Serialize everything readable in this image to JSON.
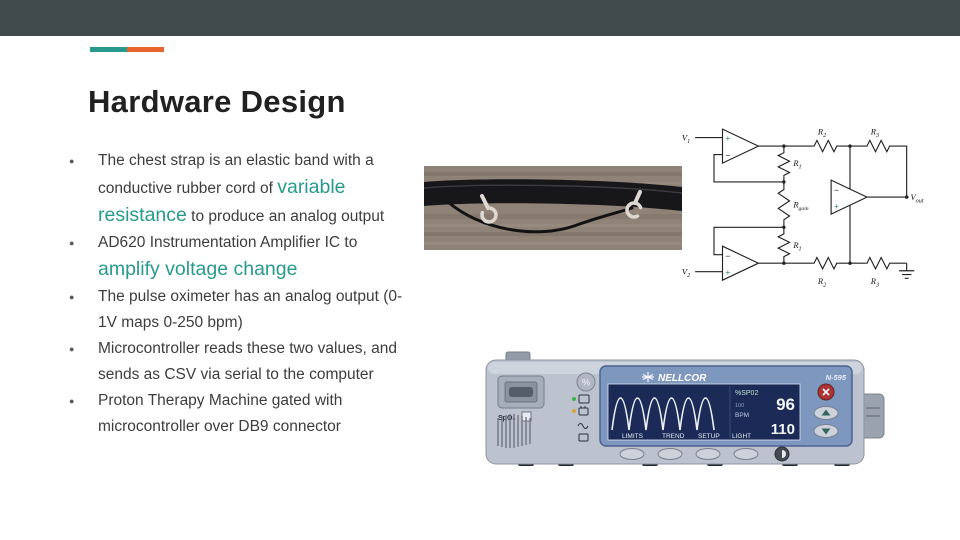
{
  "slide": {
    "title": "Hardware Design",
    "bullets": {
      "b1": {
        "pre": "The chest strap is an elastic band with a conductive rubber cord of ",
        "highlight": "variable resistance",
        "post": " to produce an analog output"
      },
      "b2": {
        "pre": "AD620 Instrumentation Amplifier IC to ",
        "highlight": "amplify voltage change",
        "post": ""
      },
      "b3": {
        "text": "The pulse oximeter has an analog output (0-1V maps 0-250 bpm)"
      },
      "b4": {
        "text": "Microcontroller reads these two values, and sends as CSV via serial to the computer"
      },
      "b5": {
        "text": "Proton Therapy Machine gated with microcontroller over DB9 connector"
      }
    },
    "colors": {
      "header_bar": "#414a4c",
      "accent_teal": "#279a8d",
      "accent_orange": "#e8662d",
      "highlight_text": "#279a8d"
    }
  },
  "circuit": {
    "v1": {
      "main": "V",
      "sub": "1"
    },
    "v2": {
      "main": "V",
      "sub": "2"
    },
    "vout": {
      "main": "V",
      "sub": "out"
    },
    "r1": {
      "main": "R",
      "sub": "1"
    },
    "r2": {
      "main": "R",
      "sub": "2"
    },
    "r3": {
      "main": "R",
      "sub": "3"
    },
    "rgain": {
      "main": "R",
      "sub": "gain"
    },
    "plus": "+",
    "minus": "−"
  },
  "oximeter": {
    "brand": "NELLCOR",
    "model": "N-595",
    "spo2_label": "%SP02",
    "spo2_value": "96",
    "limit_value": "100",
    "bpm_label": "BPM",
    "bpm_value": "110",
    "menu": [
      "LIMITS",
      "TREND",
      "SETUP",
      "LIGHT"
    ],
    "port_label": "SpO₂",
    "dial_label": "%"
  }
}
